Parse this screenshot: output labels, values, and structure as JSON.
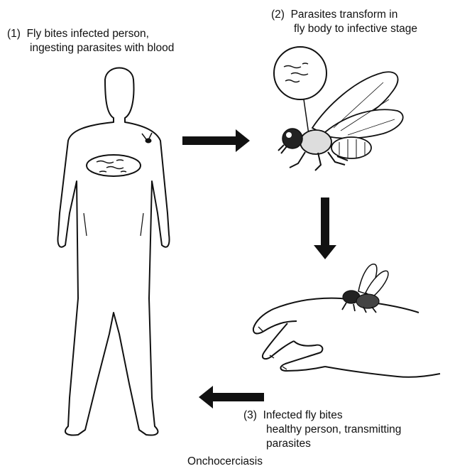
{
  "steps": [
    {
      "number": "(1)",
      "line1": "Fly bites infected person,",
      "line2": "ingesting parasites with blood"
    },
    {
      "number": "(2)",
      "line1": "Parasites transform in",
      "line2": "fly body to infective stage"
    },
    {
      "number": "(3)",
      "line1": "Infected fly bites",
      "line2": "healthy person, transmitting",
      "line3": "parasites"
    }
  ],
  "caption": "Onchocerciasis"
}
